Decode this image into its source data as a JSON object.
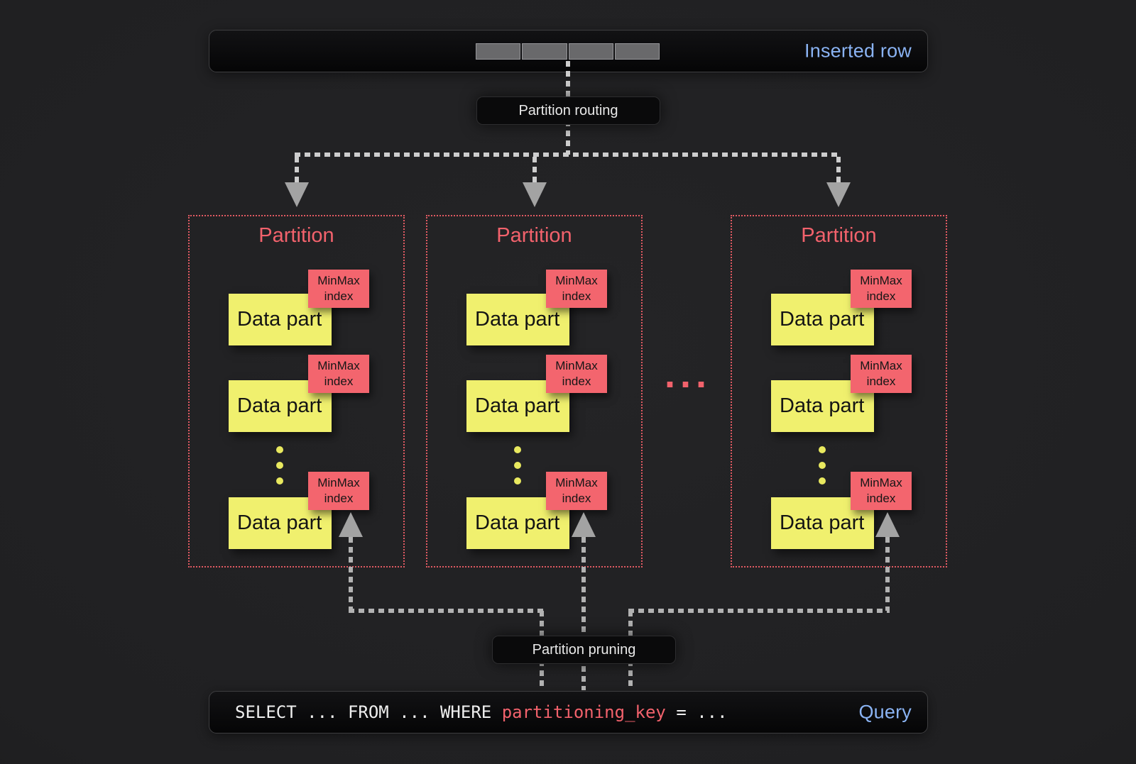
{
  "top_bar": {
    "label": "Inserted row",
    "row_cells": 4
  },
  "routing": {
    "label": "Partition routing"
  },
  "pruning": {
    "label": "Partition pruning"
  },
  "partitions_ellipsis": "...",
  "partitions": [
    {
      "title": "Partition",
      "parts": [
        {
          "label": "Data part",
          "index_lines": [
            "MinMax",
            "index"
          ]
        },
        {
          "label": "Data part",
          "index_lines": [
            "MinMax",
            "index"
          ]
        },
        {
          "label": "Data part",
          "index_lines": [
            "MinMax",
            "index"
          ]
        }
      ]
    },
    {
      "title": "Partition",
      "parts": [
        {
          "label": "Data part",
          "index_lines": [
            "MinMax",
            "index"
          ]
        },
        {
          "label": "Data part",
          "index_lines": [
            "MinMax",
            "index"
          ]
        },
        {
          "label": "Data part",
          "index_lines": [
            "MinMax",
            "index"
          ]
        }
      ]
    },
    {
      "title": "Partition",
      "parts": [
        {
          "label": "Data part",
          "index_lines": [
            "MinMax",
            "index"
          ]
        },
        {
          "label": "Data part",
          "index_lines": [
            "MinMax",
            "index"
          ]
        },
        {
          "label": "Data part",
          "index_lines": [
            "MinMax",
            "index"
          ]
        }
      ]
    }
  ],
  "query": {
    "code_before": "SELECT ... FROM ... WHERE ",
    "code_key": "partitioning_key",
    "code_after": " = ...",
    "label": "Query"
  },
  "colors": {
    "accent_red": "#f2626c",
    "accent_yellow": "#f0f06e",
    "accent_blue": "#8ab3f3",
    "arrow_gray": "#b2b2b2"
  }
}
